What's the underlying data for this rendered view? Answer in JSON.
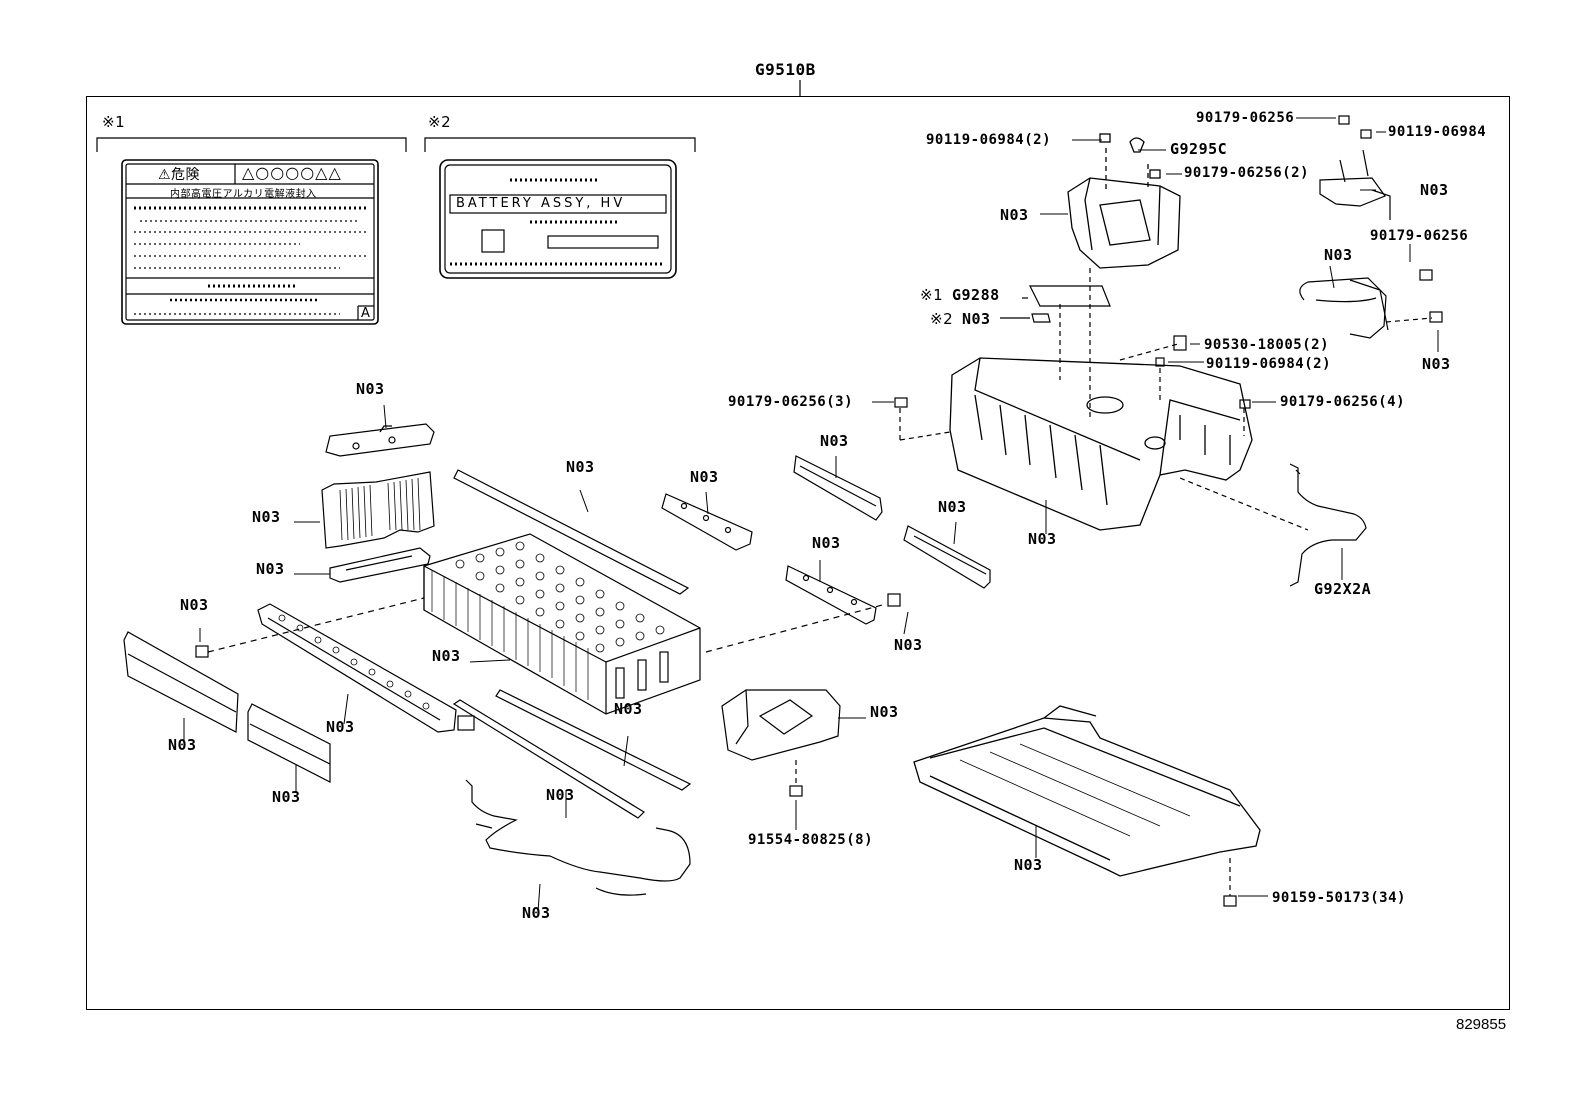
{
  "assembly_code": "G9510B",
  "sheet_number": "829855",
  "labels": {
    "note1": "※1",
    "note2": "※2",
    "label1_danger": "⚠危険",
    "label1_symbols": "△○○○○△△",
    "label1_text": "内部高電圧アルカリ電解液封入",
    "label1_mark": "A",
    "label2_text": "BATTERY ASSY, HV"
  },
  "callouts": {
    "c01": "90119-06984(2)",
    "c02": "G9295C",
    "c03": "90179-06256",
    "c04": "90119-06984",
    "c05": "90179-06256(2)",
    "c06": "N03",
    "c07": "N03",
    "c08": "90179-06256",
    "c09": "N03",
    "c10": "※1",
    "c10b": "G9288",
    "c11": "※2",
    "c11b": "N03",
    "c12": "90530-18005(2)",
    "c13": "90119-06984(2)",
    "c14": "N03",
    "c15": "90179-06256(3)",
    "c16": "90179-06256(4)",
    "c17": "N03",
    "c18": "N03",
    "c19": "N03",
    "c20": "N03",
    "c21": "N03",
    "c22": "N03",
    "c23": "N03",
    "c24": "N03",
    "c25": "G92X2A",
    "c26": "N03",
    "c27": "N03",
    "c28": "N03",
    "c29": "N03",
    "c30": "N03",
    "c31": "N03",
    "c32": "N03",
    "c33": "N03",
    "c34": "N03",
    "c35": "N03",
    "c36": "91554-80825(8)",
    "c37": "N03",
    "c38": "90159-50173(34)",
    "c39": "N03"
  }
}
